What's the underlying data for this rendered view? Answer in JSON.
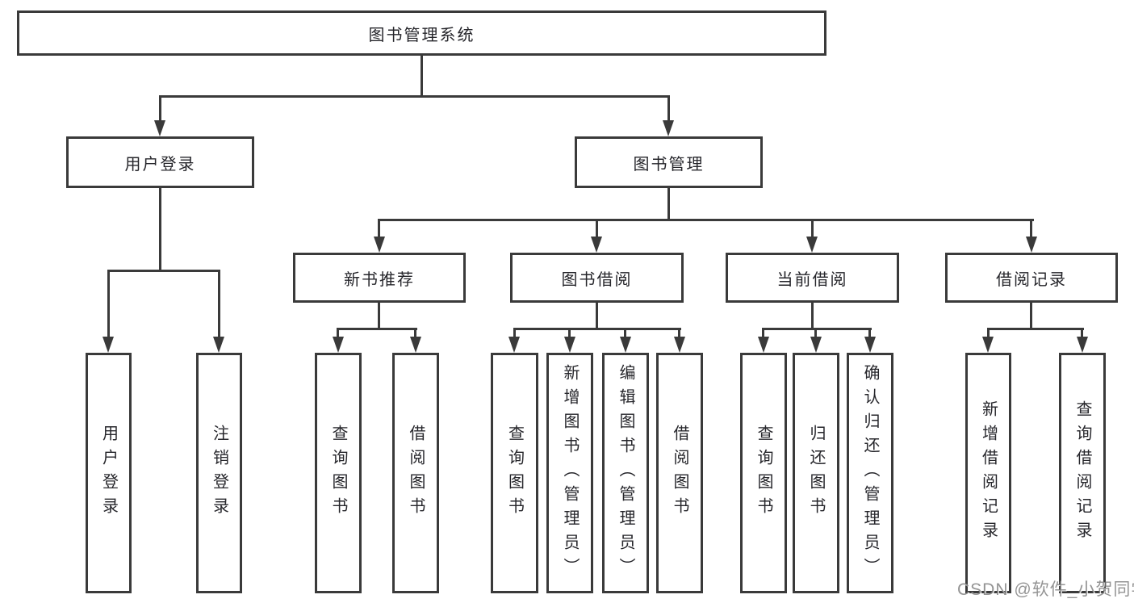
{
  "tree": {
    "label": "图书管理系统",
    "children": [
      {
        "label": "用户登录",
        "children": [
          {
            "label": "用户登录"
          },
          {
            "label": "注销登录"
          }
        ]
      },
      {
        "label": "图书管理",
        "children": [
          {
            "label": "新书推荐",
            "children": [
              {
                "label": "查询图书"
              },
              {
                "label": "借阅图书"
              }
            ]
          },
          {
            "label": "图书借阅",
            "children": [
              {
                "label": "查询图书"
              },
              {
                "label": "新增图书（管理员）"
              },
              {
                "label": "编辑图书（管理员）"
              },
              {
                "label": "借阅图书"
              }
            ]
          },
          {
            "label": "当前借阅",
            "children": [
              {
                "label": "查询图书"
              },
              {
                "label": "归还图书"
              },
              {
                "label": "确认归还（管理员）"
              }
            ]
          },
          {
            "label": "借阅记录",
            "children": [
              {
                "label": "新增借阅记录"
              },
              {
                "label": "查询借阅记录"
              }
            ]
          }
        ]
      }
    ]
  },
  "watermark": {
    "text": "CSDN @软件_小贺同学"
  },
  "colors": {
    "line": "#3a3a3a",
    "box_border": "#3a3a3a",
    "box_background": "#ffffff",
    "text": "#26262b",
    "watermark": "#7d7d7d"
  }
}
